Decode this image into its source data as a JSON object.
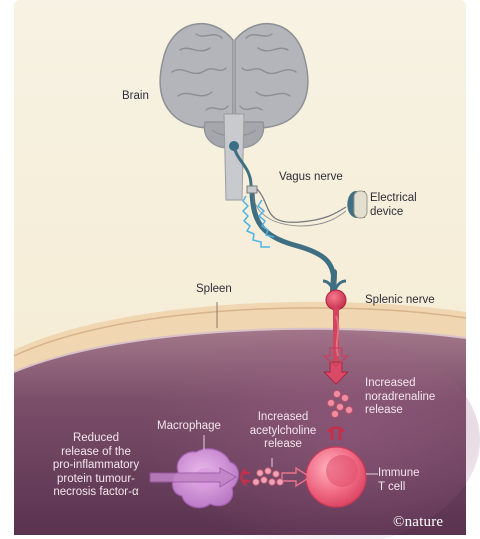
{
  "labels": {
    "brain": "Brain",
    "vagus_nerve": "Vagus nerve",
    "electrical_device": "Electrical\ndevice",
    "spleen": "Spleen",
    "splenic_nerve": "Splenic nerve",
    "noradrenaline": "Increased\nnoradrenaline\nrelease",
    "acetylcholine": "Increased\nacetylcholine\nrelease",
    "macrophage": "Macrophage",
    "immune_cell": "Immune\nT cell",
    "tnf_reduction": "Reduced\nrelease of the\npro-inflammatory\nprotein tumour-\nnecrosis factor-α"
  },
  "brand": "©nature",
  "colors": {
    "background_top": "#f7f1df",
    "spleen_surface": "#f0d6b2",
    "spleen_tissue": "#6e4560",
    "brain": "#b4b6ba",
    "nerve_blue": "#3f6f82",
    "nerve_red": "#cf3b55",
    "signal_wave": "#4fb3e3",
    "t_cell": "#ef5d79",
    "macrophage": "#c77fce"
  }
}
